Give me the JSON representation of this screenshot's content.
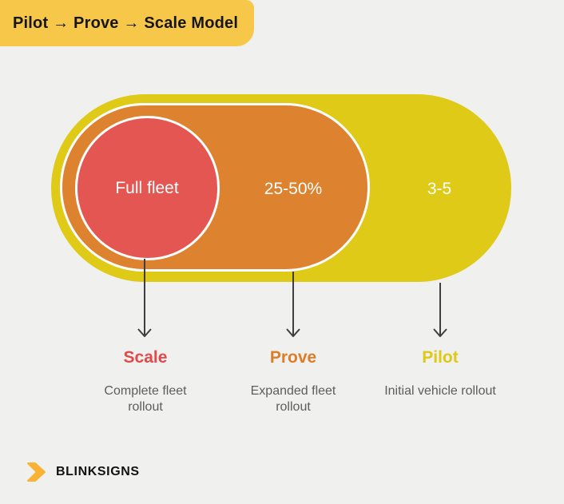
{
  "banner": {
    "title": "Pilot → Prove → Scale Model"
  },
  "diagram": {
    "tiers": [
      {
        "key": "scale",
        "pill_value": "Full fleet",
        "stage": "Scale",
        "description": "Complete fleet rollout",
        "color": "#e45651",
        "label_color": "#e2494b"
      },
      {
        "key": "prove",
        "pill_value": "25-50%",
        "stage": "Prove",
        "description": "Expanded fleet rollout",
        "color": "#dd8330",
        "label_color": "#dd7e27"
      },
      {
        "key": "pilot",
        "pill_value": "3-5",
        "stage": "Pilot",
        "description": "Initial vehicle rollout",
        "color": "#dfca17",
        "label_color": "#ddc916"
      }
    ]
  },
  "footer": {
    "brand": "BLINKSIGNS"
  },
  "colors": {
    "background": "#f0f0ee",
    "banner_bg": "#f7c74a",
    "pill_text": "#ffffff",
    "arrow": "#3f3f3f",
    "description_text": "#5d5d5d",
    "brand_chevron": "#f9b233",
    "shape_outline": "#ffffff"
  }
}
